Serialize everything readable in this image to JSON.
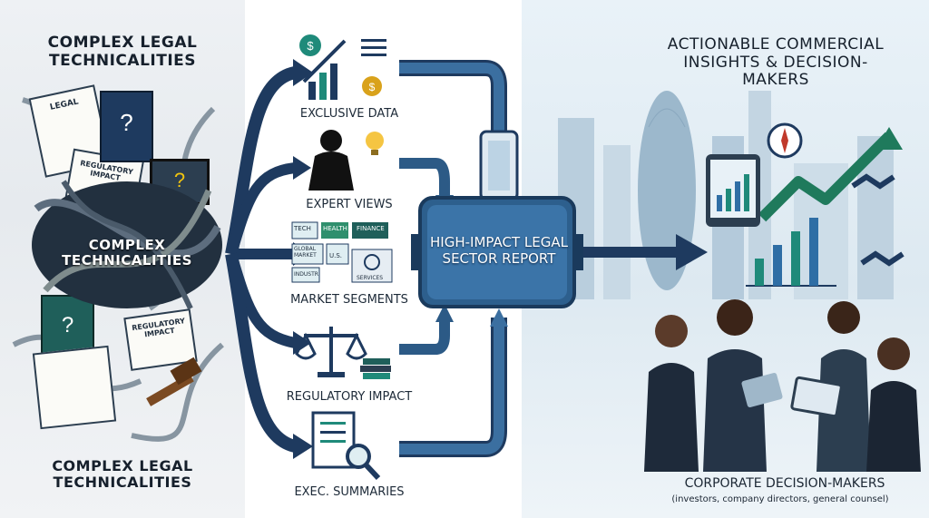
{
  "left": {
    "top_heading": "COMPLEX LEGAL TECHNICALITIES",
    "center_heading": "COMPLEX TECHNICALITIES",
    "bottom_heading": "COMPLEX LEGAL TECHNICALITIES",
    "doc_legal": "LEGAL",
    "doc_regulatory_1": "REGULATORY IMPACT",
    "doc_regulatory_2": "REGULATORY IMPACT"
  },
  "inputs": [
    {
      "label": "EXCLUSIVE DATA",
      "icon": "chart-coins-icon"
    },
    {
      "label": "EXPERT VIEWS",
      "icon": "speaker-lightbulb-icon"
    },
    {
      "label": "MARKET SEGMENTS",
      "icon": "segments-grid-icon"
    },
    {
      "label": "REGULATORY IMPACT",
      "icon": "scales-books-icon"
    },
    {
      "label": "EXEC. SUMMARIES",
      "icon": "document-magnifier-icon"
    }
  ],
  "segments": {
    "tech": "TECH",
    "health": "HEALTH",
    "finance": "FINANCE",
    "global": "GLOBAL MARKET",
    "us": "U.S.",
    "industry": "INDUSTR",
    "services": "SERVICES"
  },
  "report": {
    "title": "HIGH-IMPACT LEGAL SECTOR REPORT"
  },
  "right": {
    "top_heading": "ACTIONABLE COMMERCIAL INSIGHTS & DECISION-MAKERS",
    "corporate_title": "CORPORATE DECISION-MAKERS",
    "corporate_subtitle": "(investors, company directors, general counsel)"
  },
  "colors": {
    "navy": "#1e3a5f",
    "blue": "#2f6ea5",
    "teal": "#1f8a7a",
    "gold": "#d9a21b",
    "pipe": "#3b6fa0"
  }
}
